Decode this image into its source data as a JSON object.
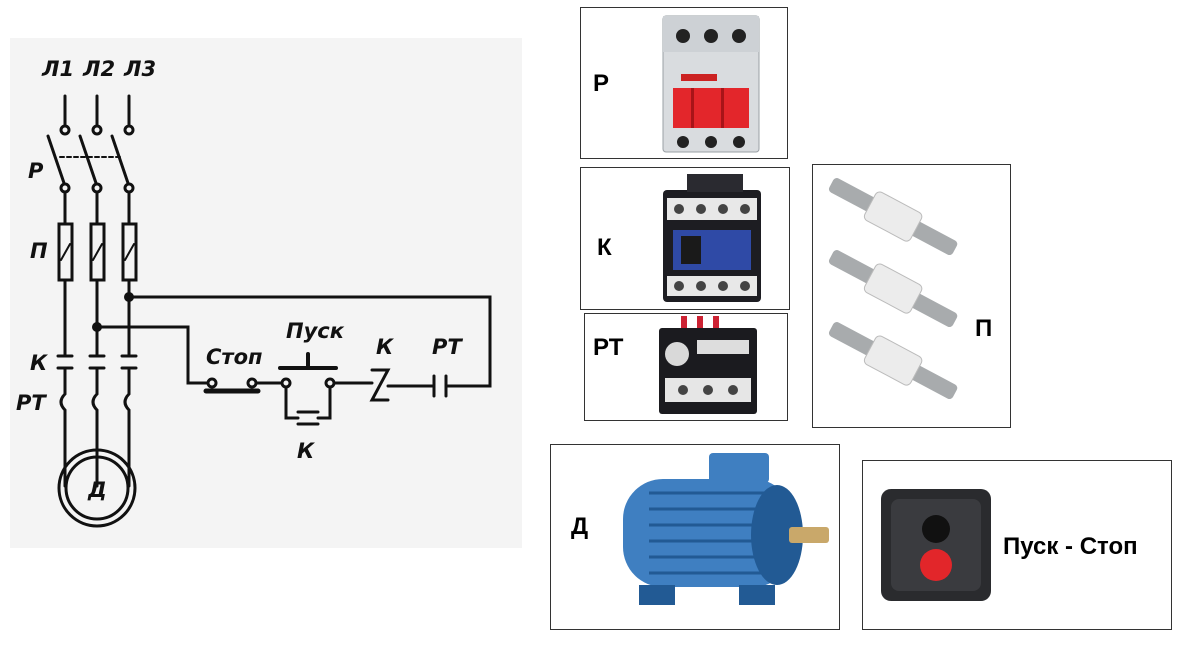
{
  "scheme": {
    "lines": [
      "Л1",
      "Л2",
      "Л3"
    ],
    "labels": {
      "switch": "Р",
      "fuses": "П",
      "contactor_main": "К",
      "thermal_main": "РТ",
      "motor": "Д",
      "stop": "Стоп",
      "start": "Пуск",
      "coil": "К",
      "thermal_contact": "РТ",
      "holding_contact": "К"
    }
  },
  "components": {
    "switch": {
      "label": "Р",
      "icon": "breaker-switch-photo",
      "colors": {
        "body": "#d9dcdf",
        "handle": "#e3262b"
      }
    },
    "contactor": {
      "label": "К",
      "icon": "contactor-photo",
      "colors": {
        "body": "#1d1d22",
        "accent": "#2f4aa6"
      }
    },
    "thermal_relay": {
      "label": "РТ",
      "icon": "thermal-relay-photo",
      "colors": {
        "body": "#1b1b1f",
        "dial": "#d9d9d9"
      }
    },
    "fuses": {
      "label": "П",
      "icon": "fuse-photo",
      "colors": {
        "metal": "#a8abad",
        "ceramic": "#ececec"
      }
    },
    "motor": {
      "label": "Д",
      "icon": "electric-motor-photo",
      "colors": {
        "body": "#3f7fc1",
        "shadow": "#225a94"
      }
    },
    "pushbutton": {
      "label": "Пуск - Стоп",
      "icon": "push-button-station-photo",
      "colors": {
        "body": "#2a2b2e",
        "red": "#e2262a"
      }
    }
  }
}
